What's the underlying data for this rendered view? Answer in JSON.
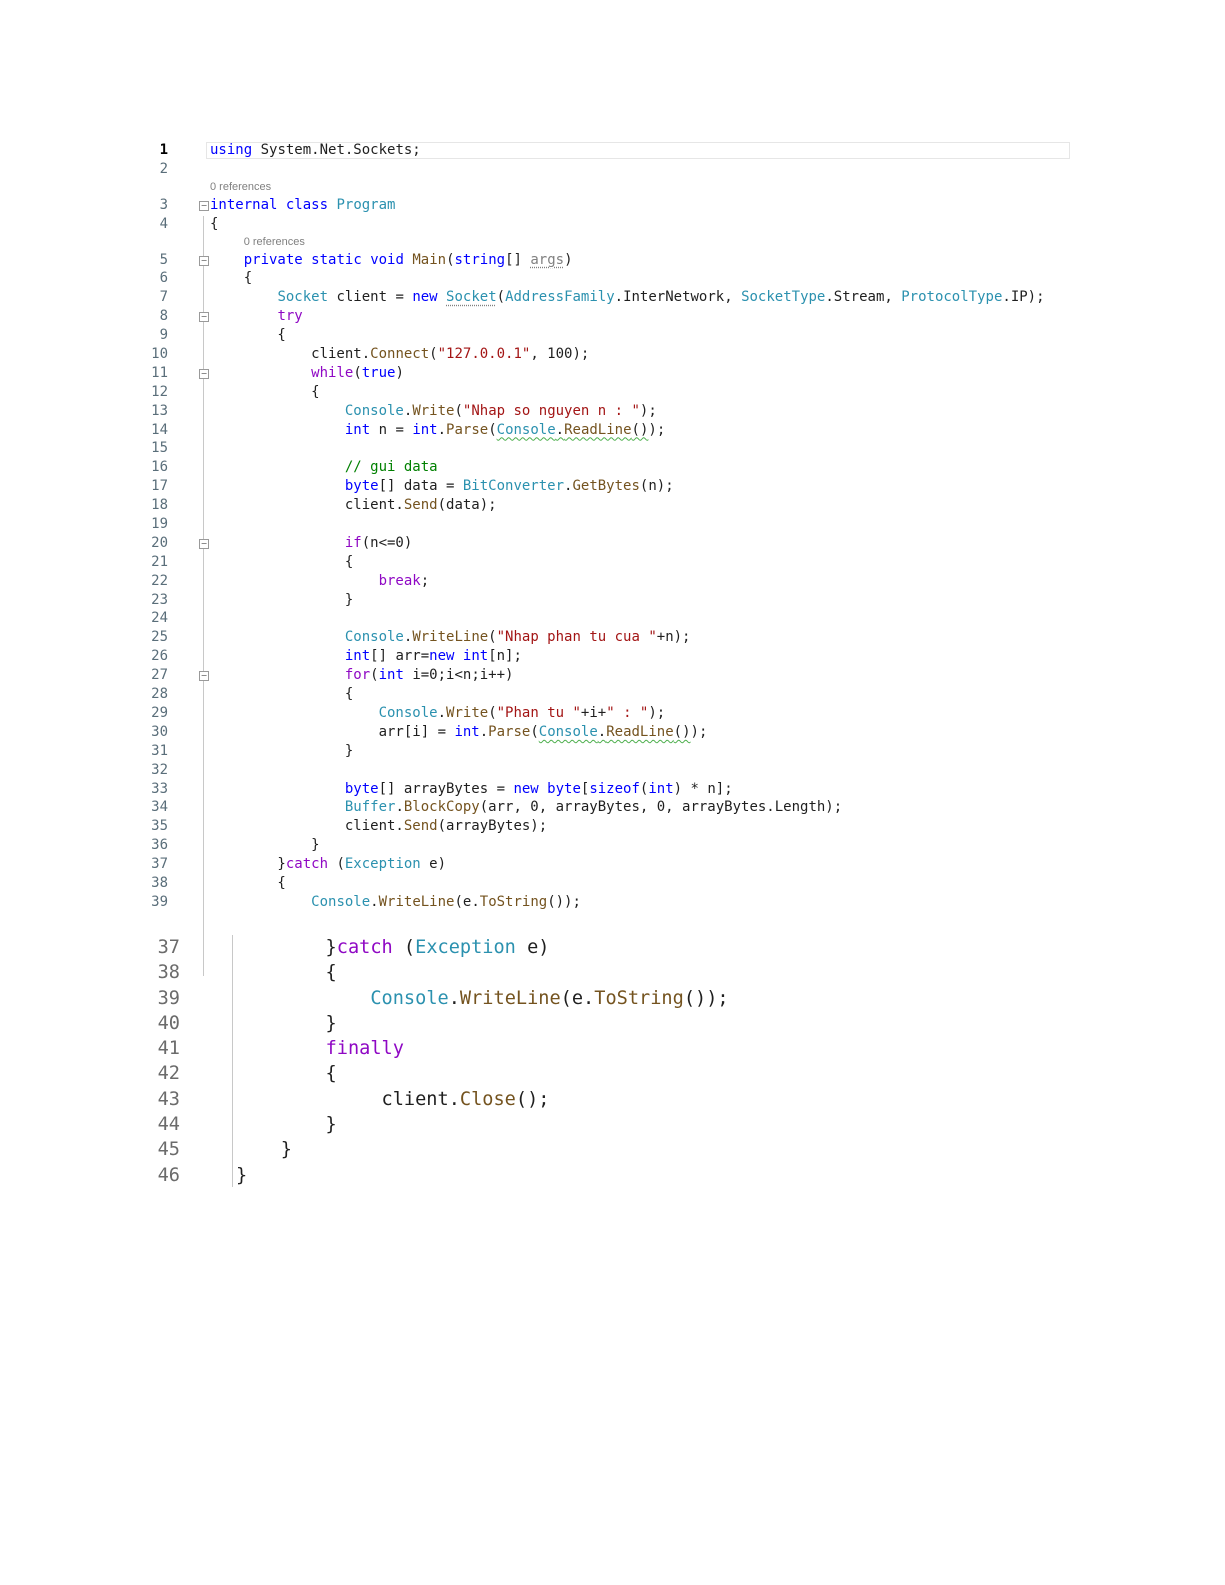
{
  "block1": {
    "lines": [
      {
        "num": "1",
        "current": true,
        "tokens": [
          [
            "using",
            "k"
          ],
          [
            " System.Net.Sockets;",
            "n"
          ]
        ]
      },
      {
        "num": "2",
        "tokens": []
      },
      {
        "num": "3",
        "lens": "0 references",
        "fold": true,
        "tokens": [
          [
            "internal",
            "k"
          ],
          [
            " ",
            "n"
          ],
          [
            "class",
            "k"
          ],
          [
            " ",
            "n"
          ],
          [
            "Program",
            "t"
          ]
        ]
      },
      {
        "num": "4",
        "tokens": [
          [
            "{",
            "n"
          ]
        ]
      },
      {
        "num": "5",
        "lens": "0 references",
        "fold": true,
        "tokens": [
          [
            "    ",
            "n"
          ],
          [
            "private",
            "k"
          ],
          [
            " ",
            "n"
          ],
          [
            "static",
            "k"
          ],
          [
            " ",
            "n"
          ],
          [
            "void",
            "k"
          ],
          [
            " ",
            "n"
          ],
          [
            "Main",
            "m"
          ],
          [
            "(",
            "n"
          ],
          [
            "string",
            "k"
          ],
          [
            "[] ",
            "n"
          ],
          [
            "args",
            "p",
            "dot"
          ],
          [
            ")",
            "n"
          ]
        ]
      },
      {
        "num": "6",
        "tokens": [
          [
            "    {",
            "n"
          ]
        ]
      },
      {
        "num": "7",
        "tokens": [
          [
            "        ",
            "n"
          ],
          [
            "Socket",
            "t"
          ],
          [
            " client = ",
            "n"
          ],
          [
            "new",
            "k"
          ],
          [
            " ",
            "n"
          ],
          [
            "Socket",
            "t",
            "dot"
          ],
          [
            "(",
            "n"
          ],
          [
            "AddressFamily",
            "t"
          ],
          [
            ".InterNetwork, ",
            "n"
          ],
          [
            "SocketType",
            "t"
          ],
          [
            ".Stream, ",
            "n"
          ],
          [
            "ProtocolType",
            "t"
          ],
          [
            ".IP);",
            "n"
          ]
        ]
      },
      {
        "num": "8",
        "fold": true,
        "tokens": [
          [
            "        ",
            "n"
          ],
          [
            "try",
            "c"
          ]
        ]
      },
      {
        "num": "9",
        "tokens": [
          [
            "        {",
            "n"
          ]
        ]
      },
      {
        "num": "10",
        "tokens": [
          [
            "            client.",
            "n"
          ],
          [
            "Connect",
            "m"
          ],
          [
            "(",
            "n"
          ],
          [
            "\"127.0.0.1\"",
            "s"
          ],
          [
            ", 100);",
            "n"
          ]
        ]
      },
      {
        "num": "11",
        "fold": true,
        "tokens": [
          [
            "            ",
            "n"
          ],
          [
            "while",
            "c"
          ],
          [
            "(",
            "n"
          ],
          [
            "true",
            "k"
          ],
          [
            ")",
            "n"
          ]
        ]
      },
      {
        "num": "12",
        "tokens": [
          [
            "            {",
            "n"
          ]
        ]
      },
      {
        "num": "13",
        "tokens": [
          [
            "                ",
            "n"
          ],
          [
            "Console",
            "t"
          ],
          [
            ".",
            "n"
          ],
          [
            "Write",
            "m"
          ],
          [
            "(",
            "n"
          ],
          [
            "\"Nhap so nguyen n : \"",
            "s"
          ],
          [
            ");",
            "n"
          ]
        ]
      },
      {
        "num": "14",
        "tokens": [
          [
            "                ",
            "n"
          ],
          [
            "int",
            "k"
          ],
          [
            " n = ",
            "n"
          ],
          [
            "int",
            "k"
          ],
          [
            ".",
            "n"
          ],
          [
            "Parse",
            "m"
          ],
          [
            "(",
            "n"
          ],
          [
            "Console",
            "t",
            "sq"
          ],
          [
            ".",
            "n",
            "sq"
          ],
          [
            "ReadLine",
            "m",
            "sq"
          ],
          [
            "()",
            "n",
            "sq"
          ],
          [
            ");",
            "n"
          ]
        ]
      },
      {
        "num": "15",
        "tokens": []
      },
      {
        "num": "16",
        "tokens": [
          [
            "                ",
            "n"
          ],
          [
            "// gui data",
            "g"
          ]
        ]
      },
      {
        "num": "17",
        "tokens": [
          [
            "                ",
            "n"
          ],
          [
            "byte",
            "k"
          ],
          [
            "[] data = ",
            "n"
          ],
          [
            "BitConverter",
            "t"
          ],
          [
            ".",
            "n"
          ],
          [
            "GetBytes",
            "m"
          ],
          [
            "(n);",
            "n"
          ]
        ]
      },
      {
        "num": "18",
        "tokens": [
          [
            "                client.",
            "n"
          ],
          [
            "Send",
            "m"
          ],
          [
            "(data);",
            "n"
          ]
        ]
      },
      {
        "num": "19",
        "tokens": []
      },
      {
        "num": "20",
        "fold": true,
        "tokens": [
          [
            "                ",
            "n"
          ],
          [
            "if",
            "c"
          ],
          [
            "(n<=0)",
            "n"
          ]
        ]
      },
      {
        "num": "21",
        "tokens": [
          [
            "                {",
            "n"
          ]
        ]
      },
      {
        "num": "22",
        "tokens": [
          [
            "                    ",
            "n"
          ],
          [
            "break",
            "c"
          ],
          [
            ";",
            "n"
          ]
        ]
      },
      {
        "num": "23",
        "tokens": [
          [
            "                }",
            "n"
          ]
        ]
      },
      {
        "num": "24",
        "tokens": []
      },
      {
        "num": "25",
        "tokens": [
          [
            "                ",
            "n"
          ],
          [
            "Console",
            "t"
          ],
          [
            ".",
            "n"
          ],
          [
            "WriteLine",
            "m"
          ],
          [
            "(",
            "n"
          ],
          [
            "\"Nhap phan tu cua \"",
            "s"
          ],
          [
            "+n);",
            "n"
          ]
        ]
      },
      {
        "num": "26",
        "tokens": [
          [
            "                ",
            "n"
          ],
          [
            "int",
            "k"
          ],
          [
            "[] arr=",
            "n"
          ],
          [
            "new",
            "k"
          ],
          [
            " ",
            "n"
          ],
          [
            "int",
            "k"
          ],
          [
            "[n];",
            "n"
          ]
        ]
      },
      {
        "num": "27",
        "fold": true,
        "tokens": [
          [
            "                ",
            "n"
          ],
          [
            "for",
            "c"
          ],
          [
            "(",
            "n"
          ],
          [
            "int",
            "k"
          ],
          [
            " i=0;i<n;i++)",
            "n"
          ]
        ]
      },
      {
        "num": "28",
        "tokens": [
          [
            "                {",
            "n"
          ]
        ]
      },
      {
        "num": "29",
        "tokens": [
          [
            "                    ",
            "n"
          ],
          [
            "Console",
            "t"
          ],
          [
            ".",
            "n"
          ],
          [
            "Write",
            "m"
          ],
          [
            "(",
            "n"
          ],
          [
            "\"Phan tu \"",
            "s"
          ],
          [
            "+i+",
            "n"
          ],
          [
            "\" : \"",
            "s"
          ],
          [
            ");",
            "n"
          ]
        ]
      },
      {
        "num": "30",
        "tokens": [
          [
            "                    arr[i] = ",
            "n"
          ],
          [
            "int",
            "k"
          ],
          [
            ".",
            "n"
          ],
          [
            "Parse",
            "m"
          ],
          [
            "(",
            "n"
          ],
          [
            "Console",
            "t",
            "sq"
          ],
          [
            ".",
            "n",
            "sq"
          ],
          [
            "ReadLine",
            "m",
            "sq"
          ],
          [
            "()",
            "n",
            "sq"
          ],
          [
            ");",
            "n"
          ]
        ]
      },
      {
        "num": "31",
        "tokens": [
          [
            "                }",
            "n"
          ]
        ]
      },
      {
        "num": "32",
        "tokens": []
      },
      {
        "num": "33",
        "tokens": [
          [
            "                ",
            "n"
          ],
          [
            "byte",
            "k"
          ],
          [
            "[] arrayBytes = ",
            "n"
          ],
          [
            "new",
            "k"
          ],
          [
            " ",
            "n"
          ],
          [
            "byte",
            "k"
          ],
          [
            "[",
            "n"
          ],
          [
            "sizeof",
            "k"
          ],
          [
            "(",
            "n"
          ],
          [
            "int",
            "k"
          ],
          [
            ") * n];",
            "n"
          ]
        ]
      },
      {
        "num": "34",
        "tokens": [
          [
            "                ",
            "n"
          ],
          [
            "Buffer",
            "t"
          ],
          [
            ".",
            "n"
          ],
          [
            "BlockCopy",
            "m"
          ],
          [
            "(arr, 0, arrayBytes, 0, arrayBytes.Length);",
            "n"
          ]
        ]
      },
      {
        "num": "35",
        "tokens": [
          [
            "                client.",
            "n"
          ],
          [
            "Send",
            "m"
          ],
          [
            "(arrayBytes);",
            "n"
          ]
        ]
      },
      {
        "num": "36",
        "tokens": [
          [
            "            }",
            "n"
          ]
        ]
      },
      {
        "num": "37",
        "tokens": [
          [
            "        }",
            "n"
          ],
          [
            "catch",
            "c"
          ],
          [
            " (",
            "n"
          ],
          [
            "Exception",
            "t"
          ],
          [
            " e)",
            "n"
          ]
        ]
      },
      {
        "num": "38",
        "tokens": [
          [
            "        {",
            "n"
          ]
        ]
      },
      {
        "num": "39",
        "tokens": [
          [
            "            ",
            "n"
          ],
          [
            "Console",
            "t"
          ],
          [
            ".",
            "n"
          ],
          [
            "WriteLine",
            "m"
          ],
          [
            "(e.",
            "n"
          ],
          [
            "ToString",
            "m"
          ],
          [
            "());",
            "n"
          ]
        ]
      }
    ]
  },
  "block2": {
    "lines": [
      {
        "num": "37",
        "tokens": [
          [
            "        }",
            "n"
          ],
          [
            "catch",
            "c"
          ],
          [
            " (",
            "n"
          ],
          [
            "Exception",
            "t"
          ],
          [
            " e)",
            "n"
          ]
        ]
      },
      {
        "num": "38",
        "tokens": [
          [
            "        {",
            "n"
          ]
        ]
      },
      {
        "num": "39",
        "tokens": [
          [
            "            ",
            "n"
          ],
          [
            "Console",
            "t"
          ],
          [
            ".",
            "n"
          ],
          [
            "WriteLine",
            "m"
          ],
          [
            "(e.",
            "n"
          ],
          [
            "ToString",
            "m"
          ],
          [
            "());",
            "n"
          ]
        ]
      },
      {
        "num": "40",
        "tokens": [
          [
            "        }",
            "n"
          ]
        ]
      },
      {
        "num": "41",
        "tokens": [
          [
            "        ",
            "n"
          ],
          [
            "finally",
            "c"
          ]
        ]
      },
      {
        "num": "42",
        "tokens": [
          [
            "        {",
            "n"
          ]
        ]
      },
      {
        "num": "43",
        "tokens": [
          [
            "             client.",
            "n"
          ],
          [
            "Close",
            "m"
          ],
          [
            "();",
            "n"
          ]
        ]
      },
      {
        "num": "44",
        "tokens": [
          [
            "        }",
            "n"
          ]
        ]
      },
      {
        "num": "45",
        "tokens": [
          [
            "    }",
            "n"
          ]
        ]
      },
      {
        "num": "46",
        "tokens": [
          [
            "}",
            "n"
          ]
        ]
      }
    ]
  }
}
